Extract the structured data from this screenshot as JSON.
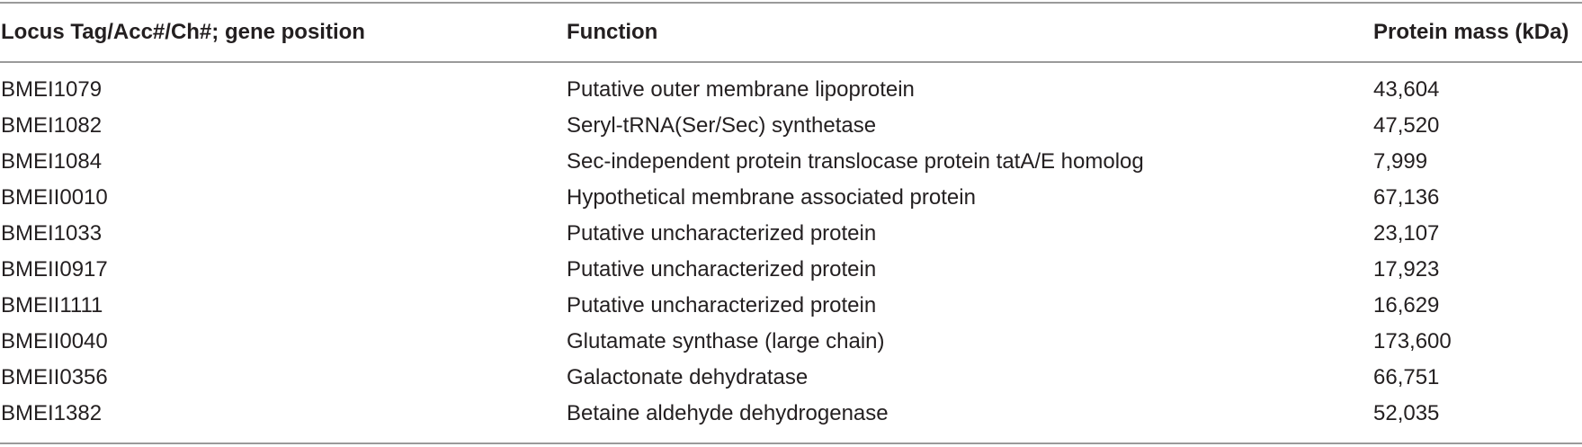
{
  "table": {
    "headers": {
      "locus": "Locus Tag/Acc#/Ch#; gene position",
      "function": "Function",
      "mass": "Protein mass (kDa)"
    },
    "rows": [
      {
        "locus": "BMEI1079",
        "function": "Putative outer membrane lipoprotein",
        "mass": "43,604"
      },
      {
        "locus": "BMEI1082",
        "function": "Seryl-tRNA(Ser/Sec) synthetase",
        "mass": "47,520"
      },
      {
        "locus": "BMEI1084",
        "function": "Sec-independent protein translocase protein tatA/E homolog",
        "mass": "7,999"
      },
      {
        "locus": "BMEII0010",
        "function": "Hypothetical membrane associated protein",
        "mass": "67,136"
      },
      {
        "locus": "BMEI1033",
        "function": "Putative uncharacterized protein",
        "mass": "23,107"
      },
      {
        "locus": "BMEII0917",
        "function": "Putative uncharacterized protein",
        "mass": "17,923"
      },
      {
        "locus": "BMEII1111",
        "function": "Putative uncharacterized protein",
        "mass": "16,629"
      },
      {
        "locus": "BMEII0040",
        "function": "Glutamate synthase (large chain)",
        "mass": "173,600"
      },
      {
        "locus": "BMEII0356",
        "function": "Galactonate dehydratase",
        "mass": "66,751"
      },
      {
        "locus": "BMEI1382",
        "function": "Betaine aldehyde dehydrogenase",
        "mass": "52,035"
      }
    ]
  }
}
